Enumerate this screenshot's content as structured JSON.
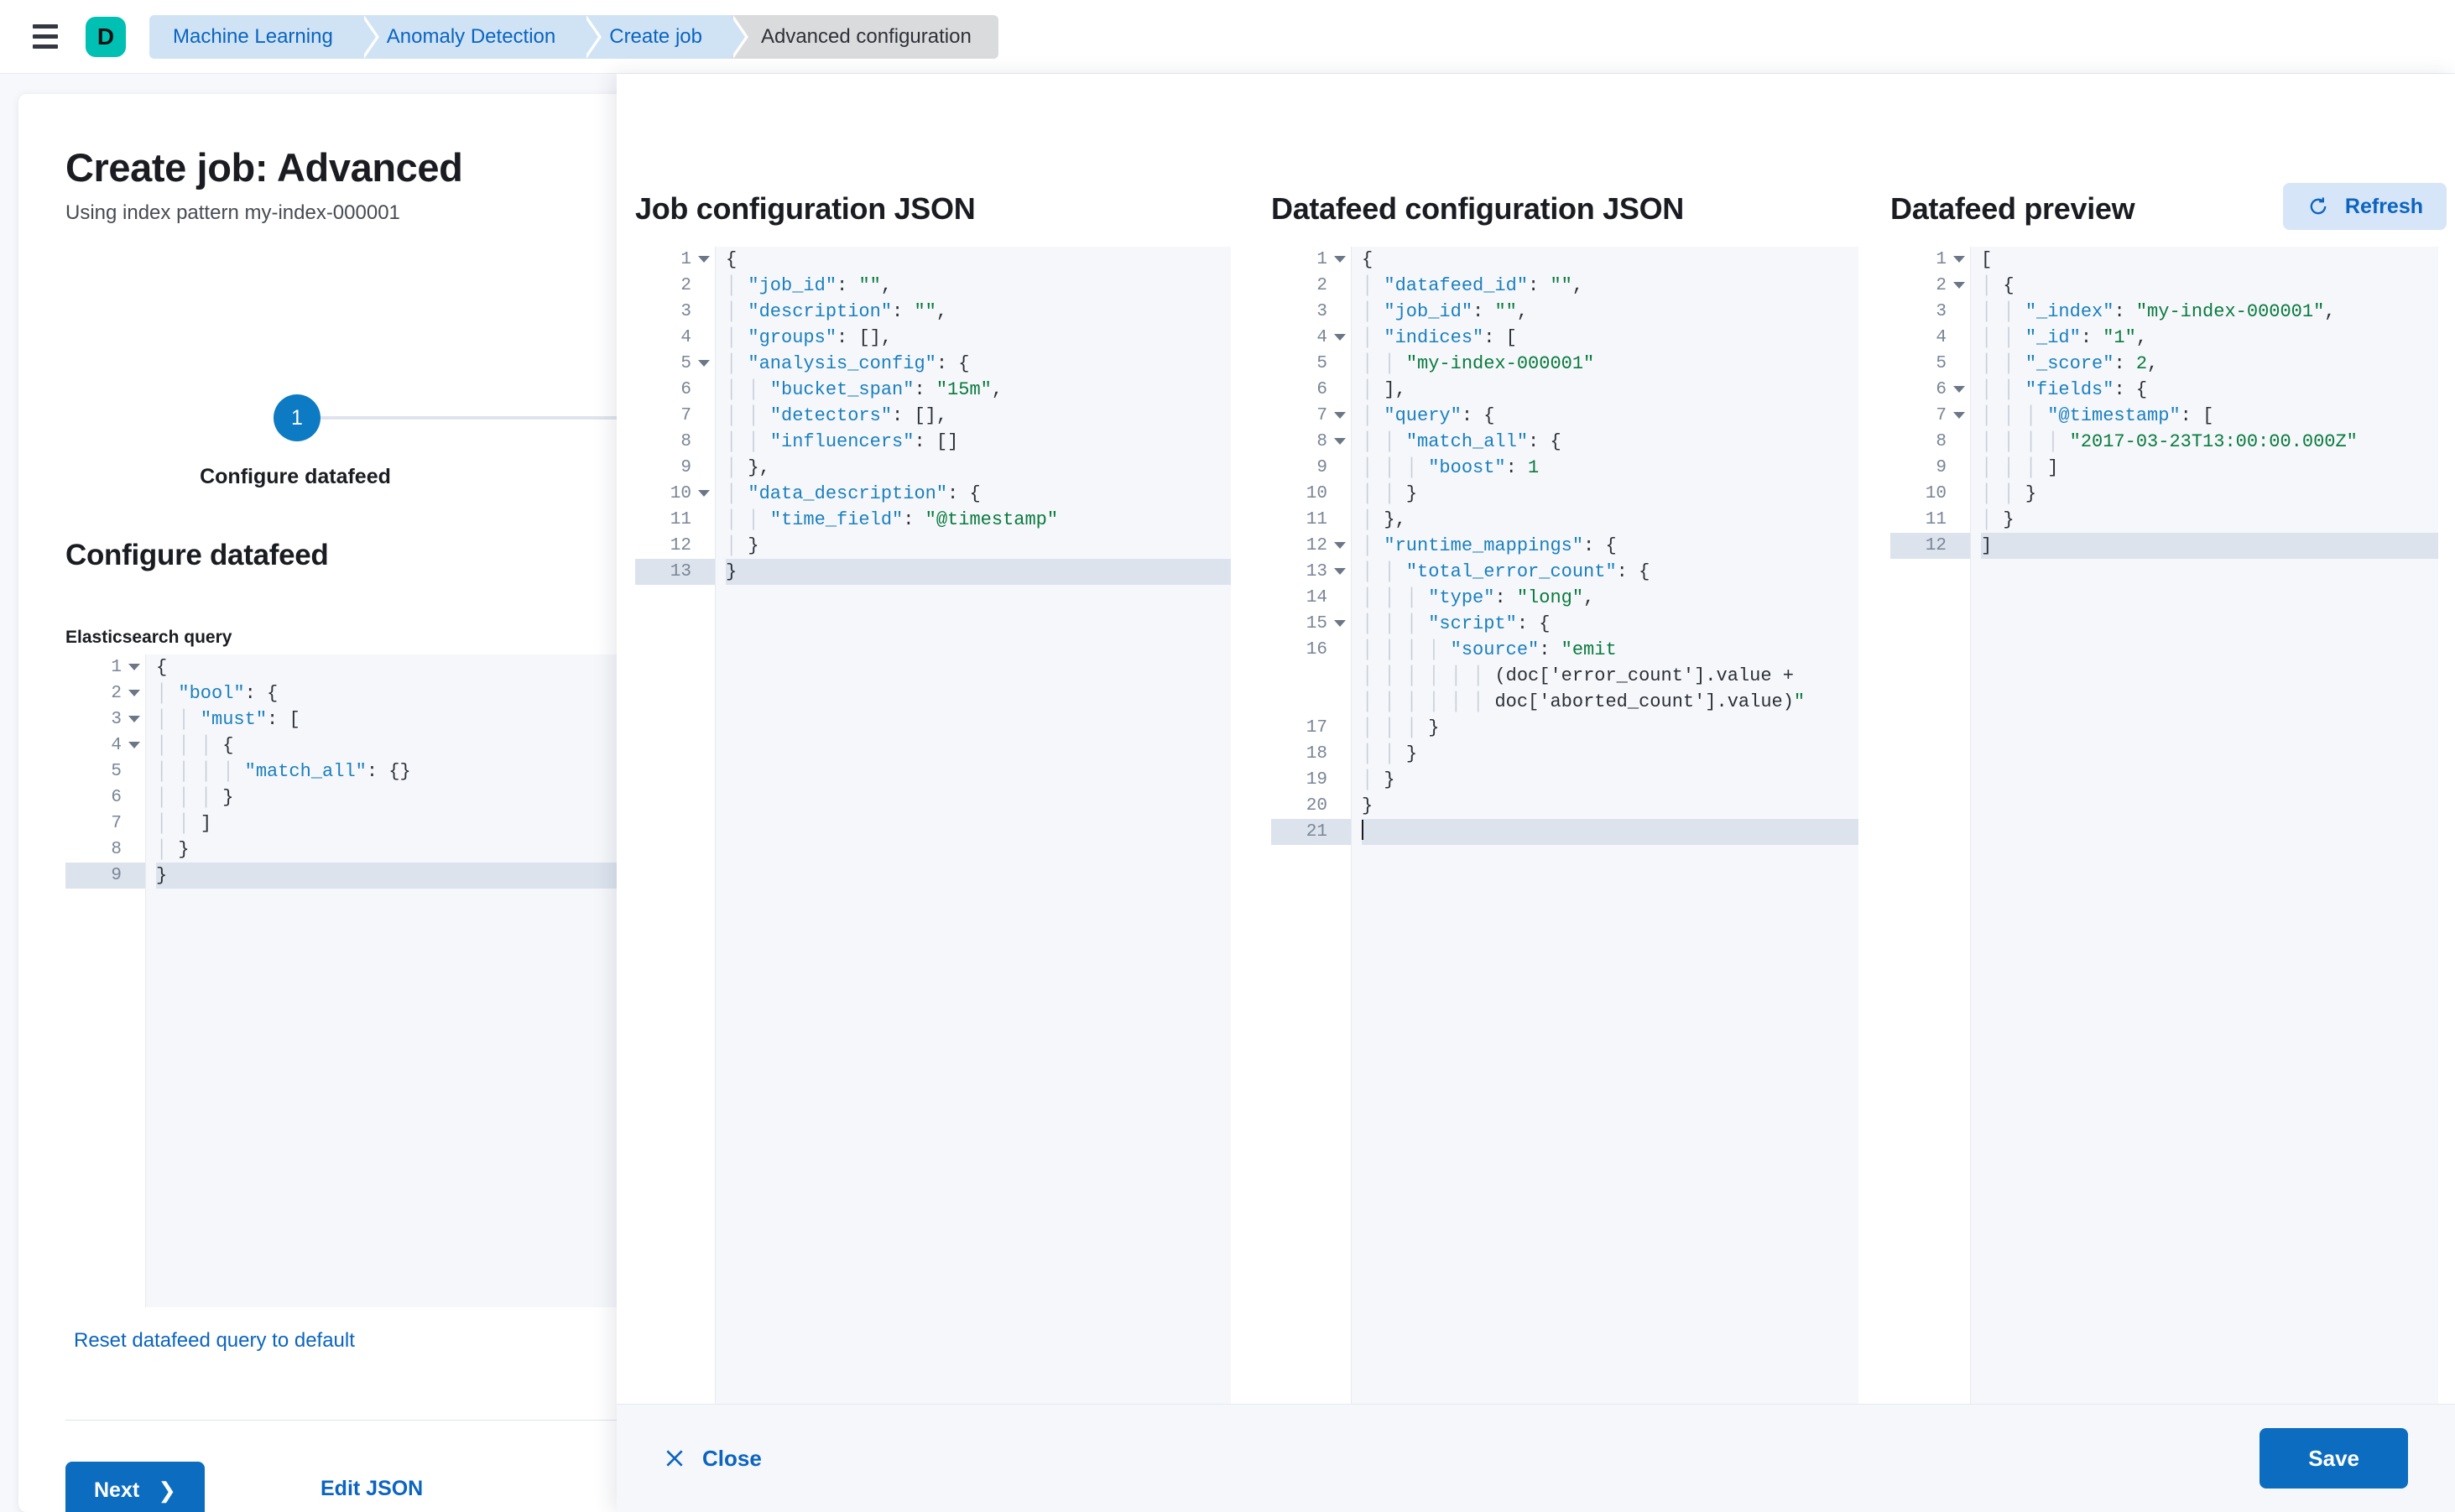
{
  "topbar": {
    "menu_icon": "hamburger-menu-icon",
    "logo_letter": "D",
    "breadcrumbs": [
      {
        "label": "Machine Learning",
        "current": false
      },
      {
        "label": "Anomaly Detection",
        "current": false
      },
      {
        "label": "Create job",
        "current": false
      },
      {
        "label": "Advanced configuration",
        "current": true
      }
    ]
  },
  "wizard": {
    "title": "Create job: Advanced",
    "subtitle": "Using index pattern my-index-000001",
    "step_number": "1",
    "step_label": "Configure datafeed",
    "section_heading": "Configure datafeed",
    "query_field_label": "Elasticsearch query",
    "reset_link": "Reset datafeed query to default",
    "next_button": "Next",
    "next_chevron": "chevron-right-icon",
    "edit_json_button": "Edit JSON",
    "query_editor": {
      "lines": [
        {
          "n": "1",
          "fold": true,
          "text": "{"
        },
        {
          "n": "2",
          "fold": true,
          "text": "  \"bool\": {"
        },
        {
          "n": "3",
          "fold": true,
          "text": "    \"must\": ["
        },
        {
          "n": "4",
          "fold": true,
          "text": "      {"
        },
        {
          "n": "5",
          "fold": false,
          "text": "        \"match_all\": {}"
        },
        {
          "n": "6",
          "fold": false,
          "text": "      }"
        },
        {
          "n": "7",
          "fold": false,
          "text": "    ]"
        },
        {
          "n": "8",
          "fold": false,
          "text": "  }"
        },
        {
          "n": "9",
          "fold": false,
          "text": "}",
          "highlight": true
        }
      ]
    }
  },
  "flyout": {
    "columns": [
      {
        "title": "Job configuration JSON"
      },
      {
        "title": "Datafeed configuration JSON"
      },
      {
        "title": "Datafeed preview"
      }
    ],
    "refresh_button": "Refresh",
    "refresh_icon": "refresh-icon",
    "close_button": "Close",
    "close_icon": "close-icon",
    "save_button": "Save",
    "job_config_editor": {
      "lines": [
        {
          "n": "1",
          "fold": true,
          "text": "{"
        },
        {
          "n": "2",
          "fold": false,
          "text": "  \"job_id\": \"\","
        },
        {
          "n": "3",
          "fold": false,
          "text": "  \"description\": \"\","
        },
        {
          "n": "4",
          "fold": false,
          "text": "  \"groups\": [],"
        },
        {
          "n": "5",
          "fold": true,
          "text": "  \"analysis_config\": {"
        },
        {
          "n": "6",
          "fold": false,
          "text": "    \"bucket_span\": \"15m\","
        },
        {
          "n": "7",
          "fold": false,
          "text": "    \"detectors\": [],"
        },
        {
          "n": "8",
          "fold": false,
          "text": "    \"influencers\": []"
        },
        {
          "n": "9",
          "fold": false,
          "text": "  },"
        },
        {
          "n": "10",
          "fold": true,
          "text": "  \"data_description\": {"
        },
        {
          "n": "11",
          "fold": false,
          "text": "    \"time_field\": \"@timestamp\""
        },
        {
          "n": "12",
          "fold": false,
          "text": "  }"
        },
        {
          "n": "13",
          "fold": false,
          "text": "}",
          "highlight": true
        }
      ]
    },
    "datafeed_config_editor": {
      "lines": [
        {
          "n": "1",
          "fold": true,
          "text": "{"
        },
        {
          "n": "2",
          "fold": false,
          "text": "  \"datafeed_id\": \"\","
        },
        {
          "n": "3",
          "fold": false,
          "text": "  \"job_id\": \"\","
        },
        {
          "n": "4",
          "fold": true,
          "text": "  \"indices\": ["
        },
        {
          "n": "5",
          "fold": false,
          "text": "    \"my-index-000001\""
        },
        {
          "n": "6",
          "fold": false,
          "text": "  ],"
        },
        {
          "n": "7",
          "fold": true,
          "text": "  \"query\": {"
        },
        {
          "n": "8",
          "fold": true,
          "text": "    \"match_all\": {"
        },
        {
          "n": "9",
          "fold": false,
          "text": "      \"boost\": 1"
        },
        {
          "n": "10",
          "fold": false,
          "text": "    }"
        },
        {
          "n": "11",
          "fold": false,
          "text": "  },"
        },
        {
          "n": "12",
          "fold": true,
          "text": "  \"runtime_mappings\": {"
        },
        {
          "n": "13",
          "fold": true,
          "text": "    \"total_error_count\": {"
        },
        {
          "n": "14",
          "fold": false,
          "text": "      \"type\": \"long\","
        },
        {
          "n": "15",
          "fold": true,
          "text": "      \"script\": {"
        },
        {
          "n": "16",
          "fold": false,
          "text": "        \"source\": \"emit (doc['error_count'].value + doc['aborted_count'].value)\"",
          "wrap": [
            "        \"source\": \"emit",
            "            (doc['error_count'].value +",
            "            doc['aborted_count'].value)\""
          ]
        },
        {
          "n": "17",
          "fold": false,
          "text": "      }"
        },
        {
          "n": "18",
          "fold": false,
          "text": "    }"
        },
        {
          "n": "19",
          "fold": false,
          "text": "  }"
        },
        {
          "n": "20",
          "fold": false,
          "text": "}"
        },
        {
          "n": "21",
          "fold": false,
          "text": "",
          "highlight": true,
          "caret": true
        }
      ]
    },
    "datafeed_preview_editor": {
      "lines": [
        {
          "n": "1",
          "fold": true,
          "text": "["
        },
        {
          "n": "2",
          "fold": true,
          "text": "  {"
        },
        {
          "n": "3",
          "fold": false,
          "text": "    \"_index\": \"my-index-000001\","
        },
        {
          "n": "4",
          "fold": false,
          "text": "    \"_id\": \"1\","
        },
        {
          "n": "5",
          "fold": false,
          "text": "    \"_score\": 2,"
        },
        {
          "n": "6",
          "fold": true,
          "text": "    \"fields\": {"
        },
        {
          "n": "7",
          "fold": true,
          "text": "      \"@timestamp\": ["
        },
        {
          "n": "8",
          "fold": false,
          "text": "        \"2017-03-23T13:00:00.000Z\""
        },
        {
          "n": "9",
          "fold": false,
          "text": "      ]"
        },
        {
          "n": "10",
          "fold": false,
          "text": "    }"
        },
        {
          "n": "11",
          "fold": false,
          "text": "  }"
        },
        {
          "n": "12",
          "fold": false,
          "text": "]",
          "highlight": true
        }
      ]
    }
  },
  "colors": {
    "brand_teal": "#00bfb3",
    "primary_blue": "#0c6dc0",
    "link_blue": "#0b64c0",
    "crumb_bg": "#cfe3f5",
    "crumb_current_bg": "#d9dbdd",
    "editor_bg": "#f5f7fa",
    "highlight_row": "#dce3ed",
    "token_key": "#1a7fbf",
    "token_string": "#0a7a3f"
  }
}
